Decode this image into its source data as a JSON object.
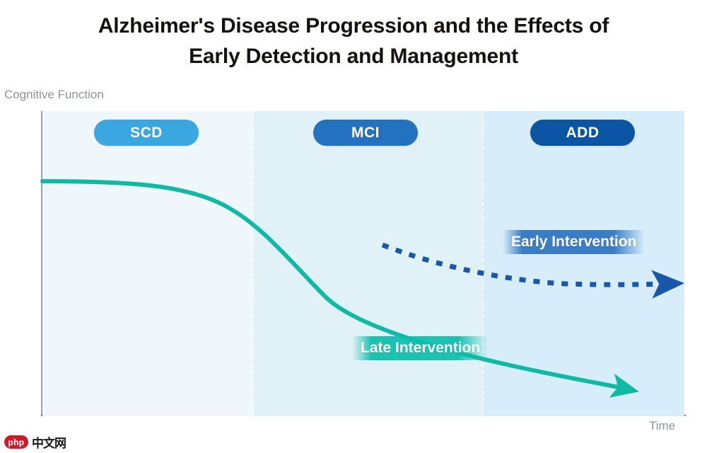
{
  "title": {
    "line1": "Alzheimer's Disease Progression and the Effects of",
    "line2": "Early Detection and Management"
  },
  "axes": {
    "y_label": "Cognitive Function",
    "x_label": "Time"
  },
  "stages": [
    {
      "id": "scd",
      "label": "SCD",
      "color": "#3aa7e0",
      "band_color": "#eff7fc"
    },
    {
      "id": "mci",
      "label": "MCI",
      "color": "#2272c0",
      "band_color": "#e0f2f8"
    },
    {
      "id": "add",
      "label": "ADD",
      "color": "#0c55a4",
      "band_color": "#d7eefa"
    }
  ],
  "annotations": [
    {
      "id": "early",
      "label": "Early Intervention",
      "color": "#2d72c1"
    },
    {
      "id": "late",
      "label": "Late Intervention",
      "color": "#0cbeab"
    }
  ],
  "watermark": {
    "badge": "php",
    "text": "中文网",
    "badge_color": "#cf1a2b"
  },
  "chart_data": {
    "type": "line",
    "title": "Alzheimer's Disease Progression and the Effects of Early Detection and Management",
    "xlabel": "Time",
    "ylabel": "Cognitive Function",
    "grid": false,
    "legend": "none",
    "axis_ticks": {
      "x": [],
      "y": []
    },
    "xlim": [
      0,
      100
    ],
    "ylim": [
      0,
      100
    ],
    "stage_bands": [
      {
        "name": "SCD",
        "x_start": 0,
        "x_end": 32.7,
        "color": "#eff7fc"
      },
      {
        "name": "MCI",
        "x_start": 32.7,
        "x_end": 68.5,
        "color": "#e0f2f8"
      },
      {
        "name": "ADD",
        "x_start": 68.5,
        "x_end": 100,
        "color": "#d7eefa"
      }
    ],
    "series": [
      {
        "name": "Late Intervention",
        "style": "solid",
        "color": "#0cbeab",
        "arrow": true,
        "x": [
          0,
          10,
          20,
          26,
          32,
          38,
          45,
          55,
          65,
          75,
          85,
          92
        ],
        "y": [
          77,
          77,
          76.5,
          75,
          72,
          67,
          60,
          50,
          40,
          30,
          20,
          14
        ]
      },
      {
        "name": "Early Intervention",
        "style": "dashed",
        "color": "#1a57a8",
        "arrow": true,
        "x": [
          53,
          60,
          67,
          74,
          80,
          86,
          92,
          98
        ],
        "y": [
          56,
          51,
          47,
          44,
          42,
          41,
          40.5,
          40.5
        ]
      }
    ],
    "annotations": [
      {
        "text": "Early Intervention",
        "x": 75,
        "y": 51,
        "color": "#2d72c1"
      },
      {
        "text": "Late Intervention",
        "x": 50,
        "y": 21,
        "color": "#0cbeab"
      }
    ]
  }
}
